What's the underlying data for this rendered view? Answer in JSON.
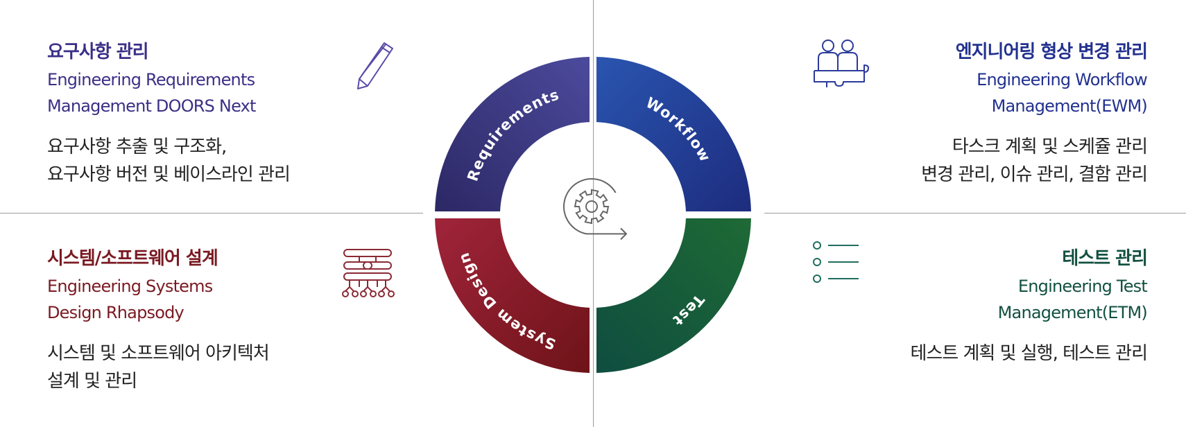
{
  "quadrants": {
    "requirements": {
      "title": "요구사항 관리",
      "sub1": "Engineering Requirements",
      "sub2": "Management DOORS Next",
      "desc1": "요구사항 추출 및 구조화,",
      "desc2": "요구사항 버전 및 베이스라인 관리",
      "color": "#3b2f86",
      "icon": "pencil-icon"
    },
    "workflow": {
      "title": "엔지니어링 형상 변경 관리",
      "sub1": "Engineering Workflow",
      "sub2": "Management(EWM)",
      "desc1": "타스크 계획 및 스케쥴 관리",
      "desc2": "변경 관리, 이슈 관리, 결함 관리",
      "color": "#22318f",
      "icon": "people-puzzle-icon"
    },
    "design": {
      "title": "시스템/소프트웨어 설계",
      "sub1": "Engineering Systems",
      "sub2": "Design Rhapsody",
      "desc1": "시스템 및 소프트웨어 아키텍처",
      "desc2": "설계 및 관리",
      "color": "#7a1a22",
      "icon": "hierarchy-icon"
    },
    "test": {
      "title": "테스트 관리",
      "sub1": "Engineering Test",
      "sub2": "Management(ETM)",
      "desc1": "테스트 계획 및 실행, 테스트 관리",
      "color": "#125040",
      "icon": "checklist-icon"
    }
  },
  "wheel": {
    "labels": {
      "requirements": "Requirements",
      "workflow": "Workflow",
      "test": "Test",
      "design": "System Design"
    },
    "colors": {
      "requirements": [
        "#2c2865",
        "#4c4a9c"
      ],
      "workflow": [
        "#2a55b0",
        "#1d2c7e"
      ],
      "test": [
        "#0f4d40",
        "#1e6a35"
      ],
      "design": [
        "#a0243a",
        "#6e1318"
      ]
    },
    "center_icon": "gear-cycle-icon"
  }
}
